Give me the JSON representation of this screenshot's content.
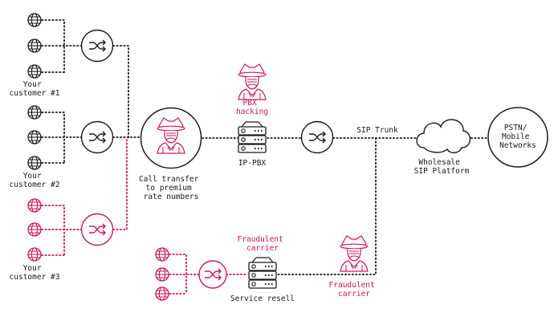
{
  "colors": {
    "dark": "#1a1a1a",
    "accent": "#d4145a"
  },
  "customers": {
    "c1": {
      "line1": "Your",
      "line2": "customer #1"
    },
    "c2": {
      "line1": "Your",
      "line2": "customer #2"
    },
    "c3": {
      "line1": "Your",
      "line2": "customer #3"
    }
  },
  "hacker_center": {
    "line1": "Call transfer",
    "line2": "to premium",
    "line3": "rate numbers"
  },
  "pbx": {
    "hacking_line1": "PBX",
    "hacking_line2": "hacking",
    "label": "IP-PBX"
  },
  "sip_trunk": "SIP Trunk",
  "platform": {
    "line1": "Wholesale",
    "line2": "SIP Platform"
  },
  "pstn": {
    "line1": "PSTN/",
    "line2": "Mobile",
    "line3": "Networks"
  },
  "fraud_server": {
    "line1": "Fraudulent",
    "line2": "carrier",
    "label": "Service resell"
  },
  "fraud_carrier": {
    "line1": "Fraudulent",
    "line2": "carrier"
  },
  "icons": [
    "globe-icon",
    "router-icon",
    "hacker-icon",
    "server-icon",
    "cloud-icon"
  ]
}
